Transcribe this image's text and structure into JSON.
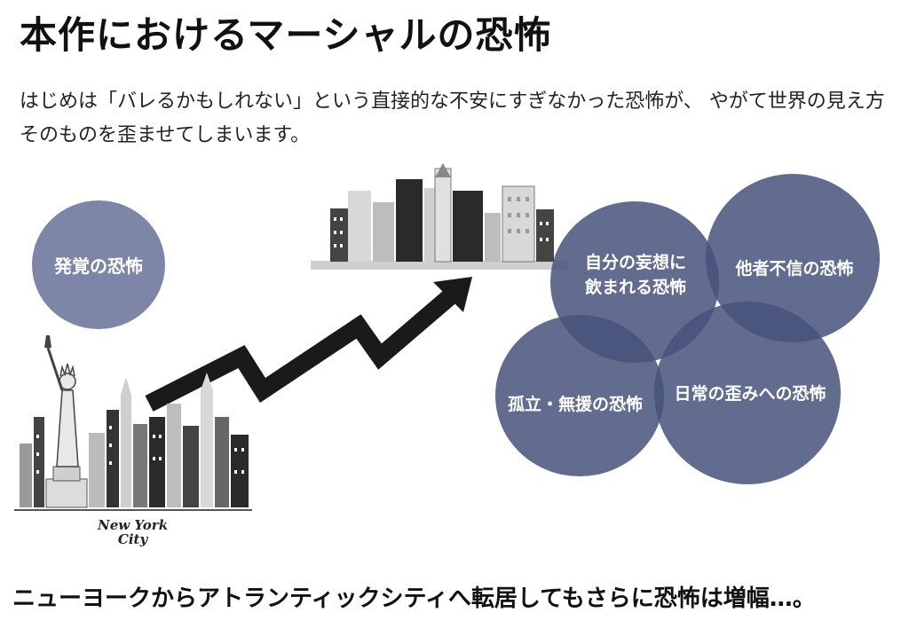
{
  "title": "本作におけるマーシャルの恐怖",
  "lead": "はじめは「バレるかもしれない」という直接的な不安にすぎなかった恐怖が、 やがて世界の見え方そのものを歪ませてしまいます。",
  "fear_discovery": "発覚の恐怖",
  "fears": {
    "delusion_line1": "自分の妄想に",
    "delusion_line2": "飲まれる恐怖",
    "distrust": "他者不信の恐怖",
    "isolation": "孤立・無援の恐怖",
    "distortion": "日常の歪みへの恐怖"
  },
  "ny_logo": {
    "line1": "New York",
    "line2": "City"
  },
  "footer": "ニューヨークからアトランティックシティへ転居してもさらに恐怖は増幅…。",
  "colors": {
    "blob_light": "#7d86a6",
    "blob_dark": "#46527a",
    "arrow": "#1a1a1a"
  }
}
